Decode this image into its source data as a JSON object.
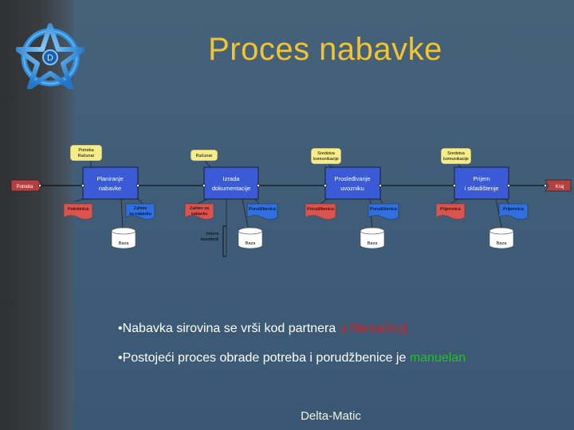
{
  "title": "Proces nabavke",
  "diagram": {
    "processes": [
      {
        "line1": "Planiranje",
        "line2": "nabavke"
      },
      {
        "line1": "Izrada",
        "line2": "dokumentacije"
      },
      {
        "line1": "Prosleđivanje",
        "line2": "uvozniku"
      },
      {
        "line1": "Prijem",
        "line2": "i skladištenje"
      }
    ],
    "start_event": "Potreba",
    "end_event": "Kraj",
    "resources_top": [
      {
        "line1": "Potreba",
        "line2": "Računar"
      },
      {
        "line1": "Računar",
        "line2": ""
      },
      {
        "line1": "Sredstva",
        "line2": "komunikacije"
      },
      {
        "line1": "Sredstva",
        "line2": "komunikacije"
      }
    ],
    "docs_red": [
      {
        "line1": "Potrebnica",
        "line2": ""
      },
      {
        "line1": "Zahtev za",
        "line2": "nabavku"
      },
      {
        "line1": "Porudžbenica",
        "line2": ""
      },
      {
        "line1": "Prijemnica",
        "line2": ""
      }
    ],
    "docs_blue": [
      {
        "line1": "Zahtev",
        "line2": "za nabavku"
      },
      {
        "line1": "Porudžbenica",
        "line2": ""
      },
      {
        "line1": "Porudžbenica",
        "line2": ""
      },
      {
        "line1": "Prijemnica",
        "line2": ""
      }
    ],
    "databases": [
      "Baza",
      "Baza",
      "Baza",
      "Baza"
    ],
    "annotation": {
      "line1": "Interni",
      "line2": "standardi"
    }
  },
  "bullets": [
    {
      "text": "•Nabavka sirovina se vrši kod partnera ",
      "highlight": "u Nemačkoj",
      "rest": ""
    },
    {
      "text": "•Postojeći proces obrade potreba i porudžbenice je ",
      "highlight": "manuelan",
      "rest": ""
    }
  ],
  "footer": "Delta-Matic",
  "colors": {
    "title": "#f4c430",
    "process_fill": "#3b5bd6",
    "doc_red": "#d9534f",
    "doc_blue": "#2f6fe0",
    "resource_fill": "#f7ec8a",
    "event_fill": "#b44040",
    "highlight_red": "#d42020",
    "highlight_green": "#22c322"
  },
  "logo_icon": "pentagram-star-logo-icon"
}
